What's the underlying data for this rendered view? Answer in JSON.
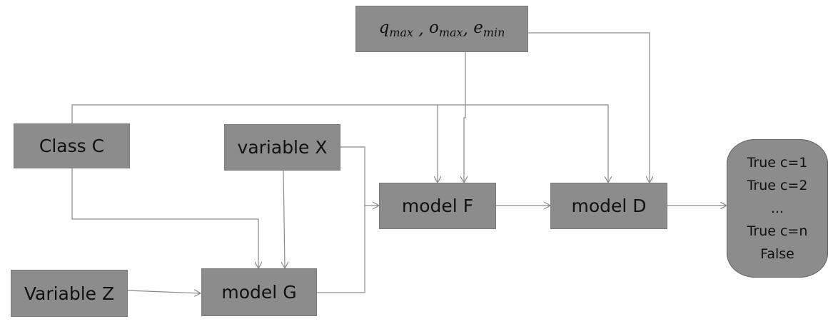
{
  "nodes": {
    "params": {
      "q": "q",
      "q_sub": "max",
      "o": "o",
      "o_sub": "max",
      "e": "e",
      "e_sub": "min"
    },
    "class_c": "Class C",
    "variable_x": "variable X",
    "variable_z": "Variable Z",
    "model_g": "model G",
    "model_f": "model F",
    "model_d": "model D"
  },
  "result": [
    "True c=1",
    "True c=2",
    "...",
    "True c=n",
    "False"
  ],
  "colors": {
    "box": "#8c8c8c",
    "edge": "#8a8a8a"
  }
}
